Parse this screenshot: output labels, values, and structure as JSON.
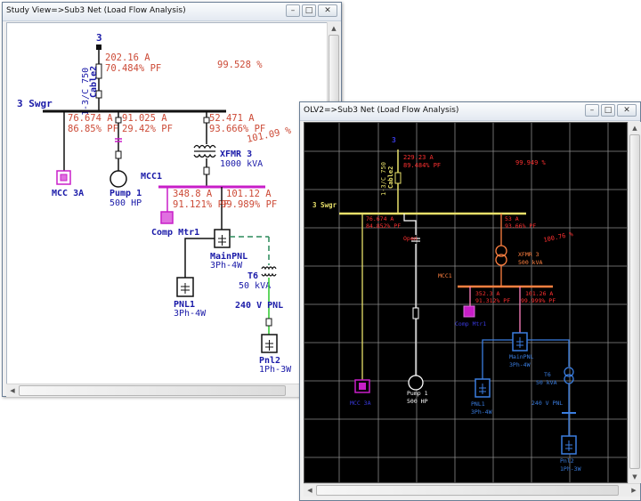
{
  "window1": {
    "title": "Study View=>Sub3 Net (Load Flow Analysis)",
    "bus3": "3",
    "cable_label": "1-3/C 750",
    "cable_name": "Cable2",
    "cable_amps": "202.16 A",
    "cable_pf": "70.484% PF",
    "pct_top": "99.528 %",
    "swgr": "3 Swgr",
    "b1_amps": "76.674 A",
    "b1_pf": "86.85% PF",
    "b2_amps": "91.025 A",
    "b2_pf": "29.42% PF",
    "b3_amps": "52.471 A",
    "b3_pf": "93.666% PF",
    "pct_mid": "101.09 %",
    "xfmr_name": "XFMR 3",
    "xfmr_kva": "1000 kVA",
    "mcc3a": "MCC 3A",
    "pump_name": "Pump 1",
    "pump_hp": "500 HP",
    "mcc1": "MCC1",
    "m1_amps": "348.8 A",
    "m1_pf": "91.121% PF",
    "m2_amps": "101.12 A",
    "m2_pf": "99.989% PF",
    "comp": "Comp Mtr1",
    "mainpnl": "MainPNL",
    "mainpnl_sub": "3Ph-4W",
    "t6": "T6",
    "t6_kva": "50 kVA",
    "pnl1": "PNL1",
    "pnl1_sub": "3Ph-4W",
    "pnl240": "240 V PNL",
    "pnl2": "Pnl2",
    "pnl2_sub": "1Ph-3W"
  },
  "window2": {
    "title": "OLV2=>Sub3 Net (Load Flow Analysis)",
    "bus3": "3",
    "cable_label": "1-3/C 750",
    "cable_name": "Cable2",
    "cable_amps": "229.23 A",
    "cable_pf": "89.484% PF",
    "pct_top": "99.949 %",
    "swgr": "3 Swgr",
    "b1_amps": "76.674 A",
    "b1_pf": "84.852% PF",
    "b2_amps": "53 A",
    "b2_pf": "93.66% PF",
    "open": "Open",
    "pct_mid": "100.76 %",
    "xfmr_name": "XFMR 3",
    "xfmr_kva": "500 kVA",
    "mcc1": "MCC1",
    "m1_amps": "352.3 A",
    "m1_pf": "91.312% PF",
    "m2_amps": "101.26 A",
    "m2_pf": "99.999% PF",
    "comp": "Comp Mtr1",
    "mainpnl": "MainPNL",
    "mainpnl_sub": "3Ph-4W",
    "t6": "T6",
    "t6_kva": "50 kVA",
    "mcc3a": "MCC 3A",
    "pump_name": "Pump 1",
    "pump_hp": "500 HP",
    "pnl1": "PNL1",
    "pnl1_sub": "3Ph-4W",
    "pnl240": "240 V PNL",
    "pnl2": "Pnl2",
    "pnl2_sub": "1Ph-3W"
  },
  "colors": {
    "bus_blue": "#1a1aa8",
    "result_red": "#cc4a36",
    "mcc_magenta": "#c81ec8",
    "canvas_black": "#000000",
    "grid_gray": "#8a8a8a",
    "dark_yellow": "#e8e06a",
    "dark_orange": "#ff8040",
    "dark_red": "#ff3030",
    "dark_pink": "#ff80c0",
    "dark_blue": "#3a7de0"
  },
  "icons": [
    "minimize-icon",
    "maximize-icon",
    "close-icon",
    "scroll-arrow-icon",
    "motor-icon",
    "panel-icon",
    "transformer-icon",
    "breaker-icon",
    "mcc-icon"
  ]
}
